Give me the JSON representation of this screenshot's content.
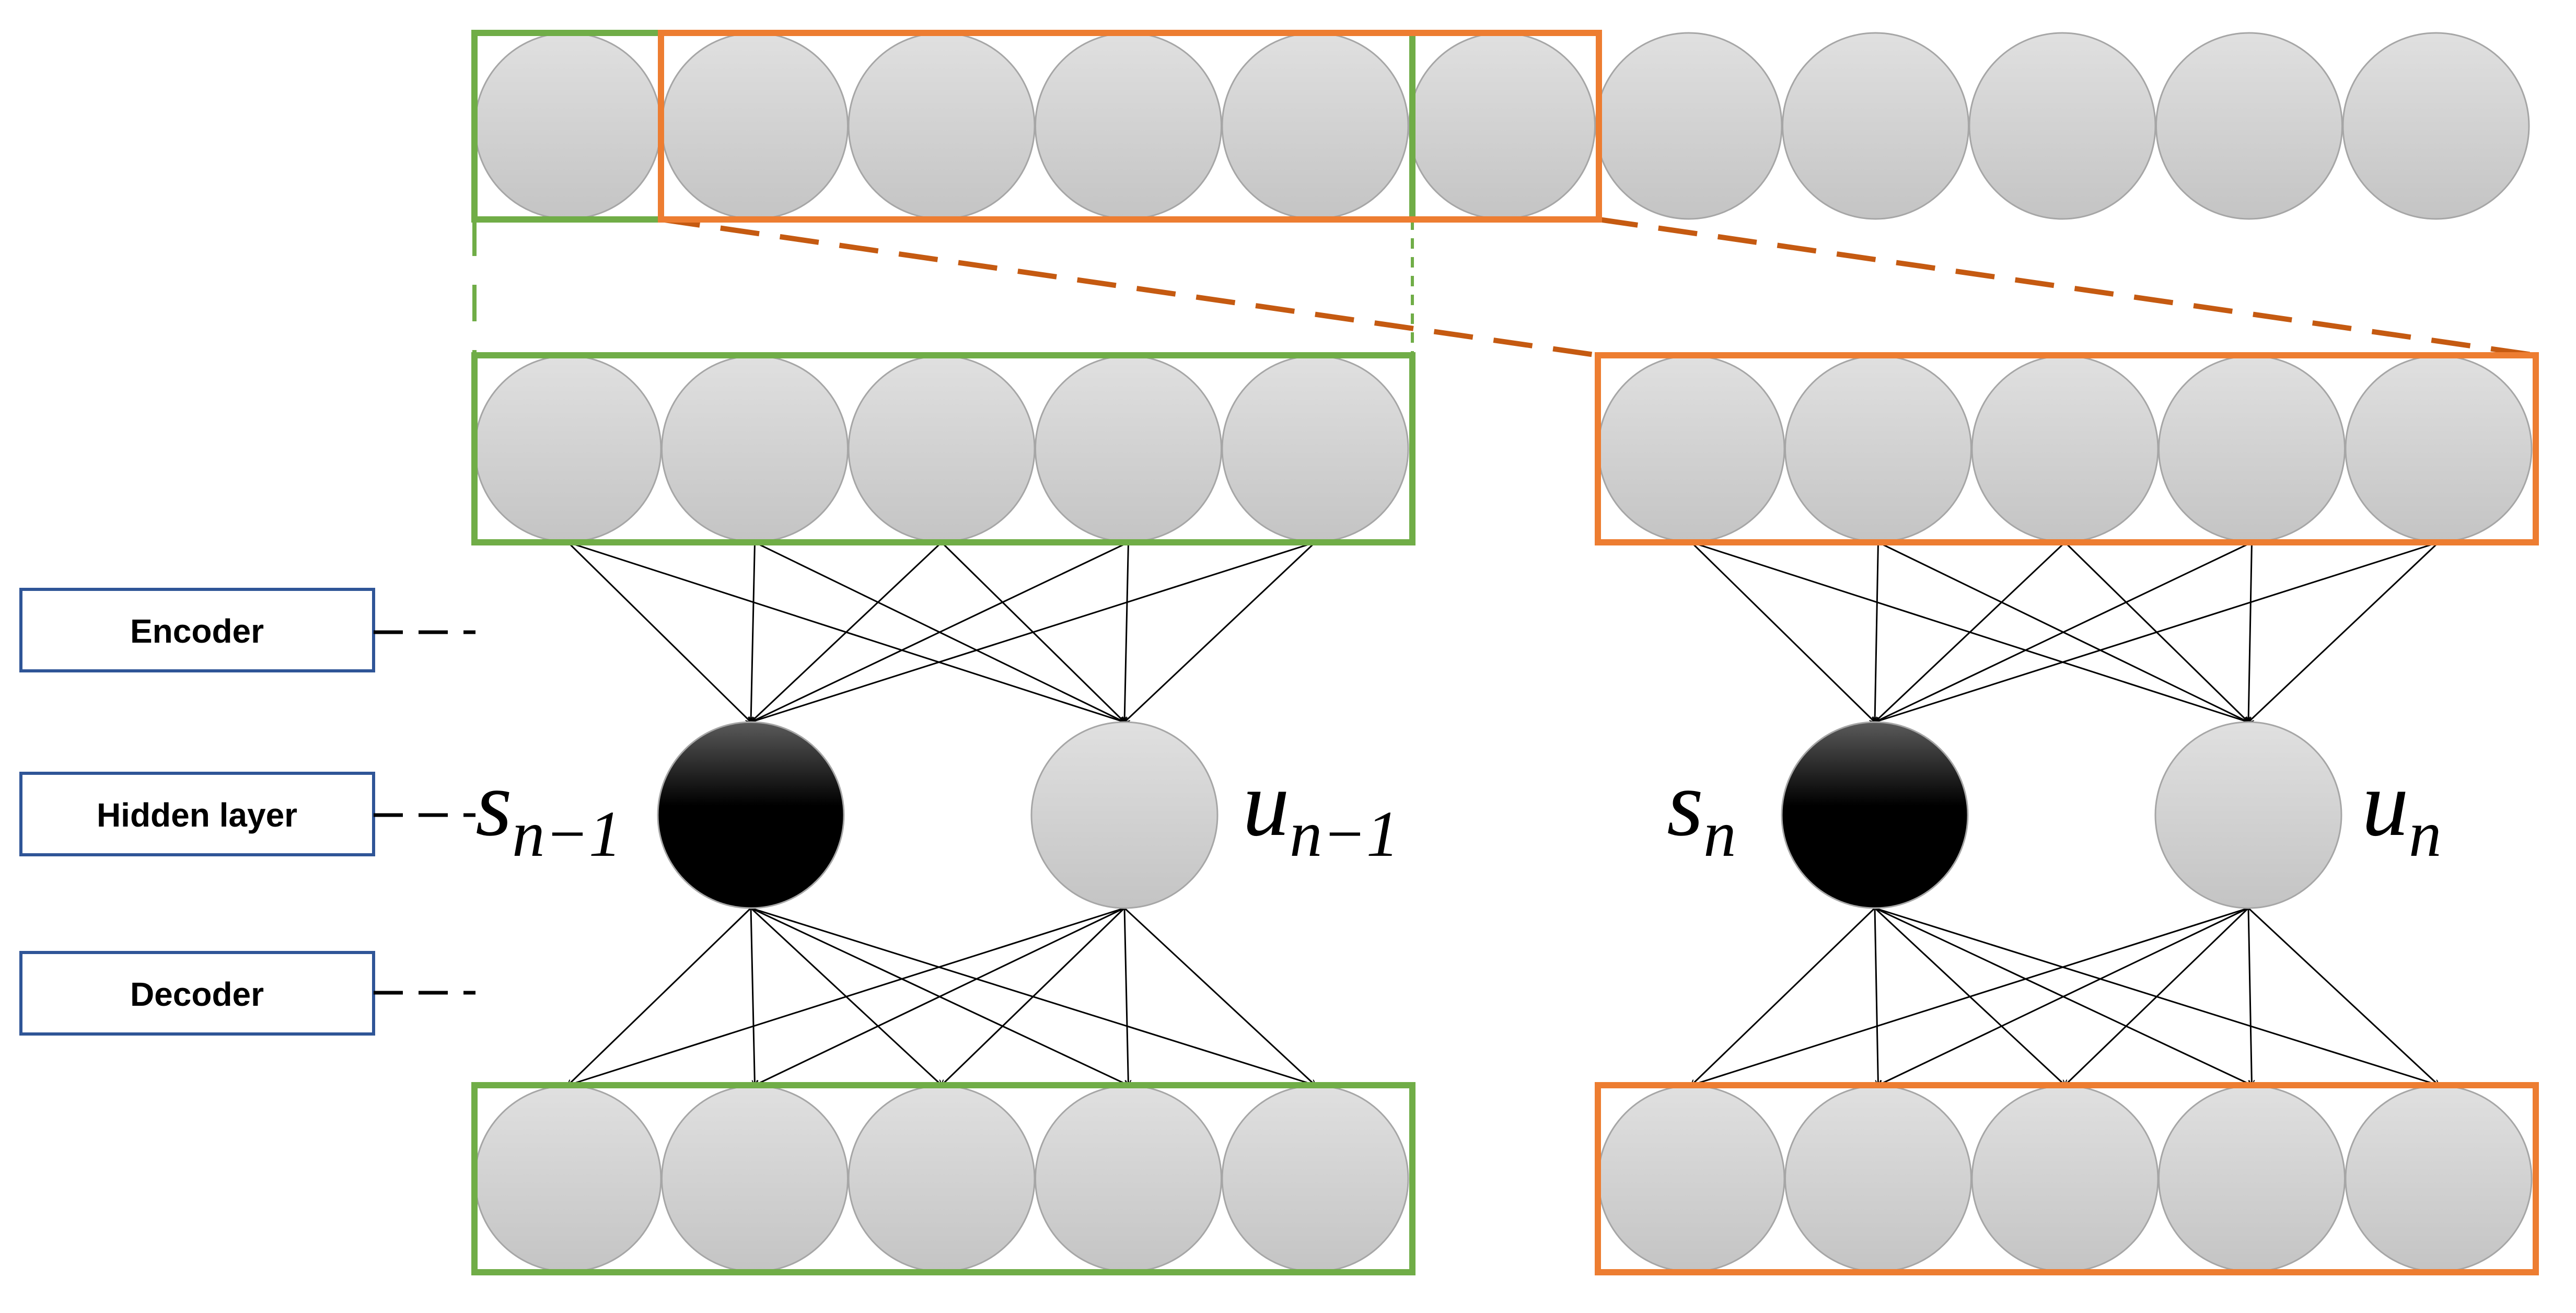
{
  "labels": {
    "encoder": "Encoder",
    "hidden_layer": "Hidden layer",
    "decoder": "Decoder"
  },
  "variables": {
    "left_s": {
      "base": "s",
      "sub": "n−1"
    },
    "left_u": {
      "base": "u",
      "sub": "n−1"
    },
    "right_s": {
      "base": "s",
      "sub": "n"
    },
    "right_u": {
      "base": "u",
      "sub": "n"
    }
  },
  "colors": {
    "window_a": "#70AD47",
    "window_b": "#ED7D31",
    "window_b_link": "#C55A11",
    "label_box_border": "#2F5597",
    "node_light": "#e0e0e0",
    "node_mid": "#c4c4c4",
    "node_hidden_s": "#000000"
  }
}
